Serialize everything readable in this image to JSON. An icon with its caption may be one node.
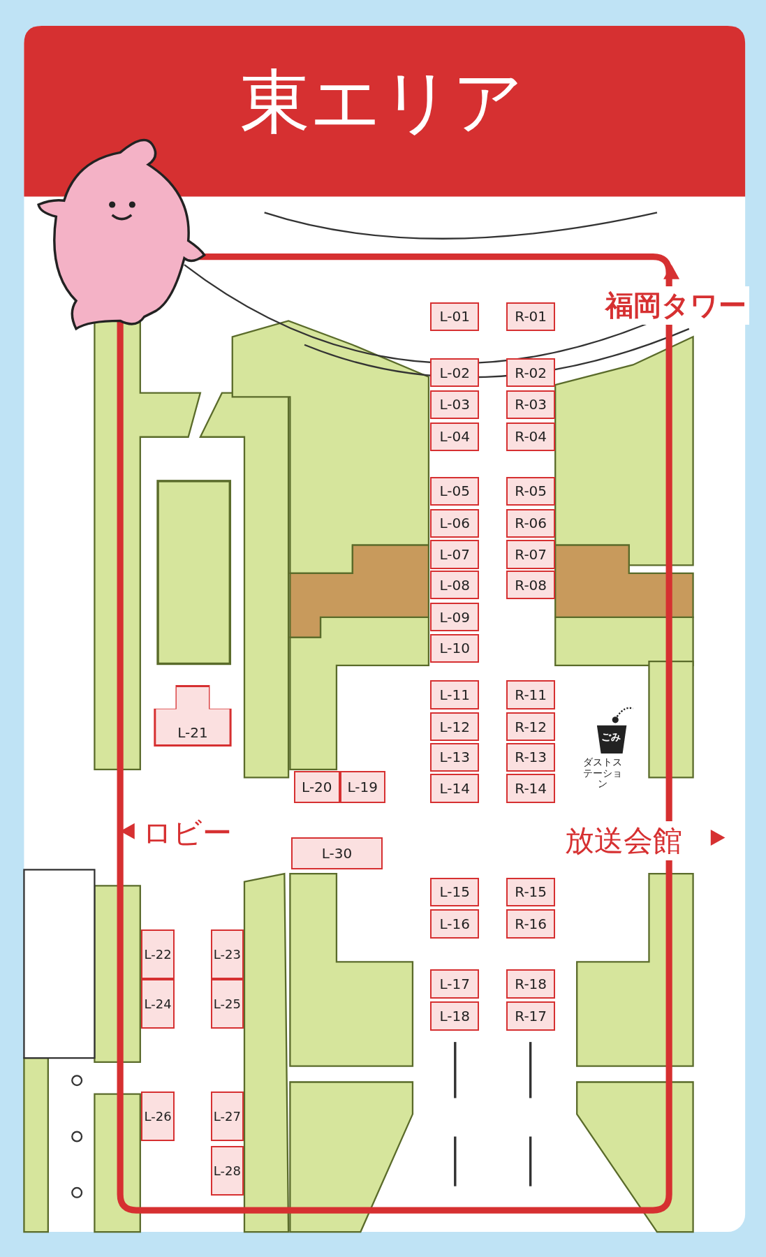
{
  "diagram": {
    "title": "東エリア",
    "nodes": [
      {
        "text": [
          "L-01"
        ]
      },
      {
        "text": [
          "R-01"
        ]
      },
      {
        "text": [
          "L-02"
        ]
      },
      {
        "text": [
          "R-02"
        ]
      },
      {
        "text": [
          "L-03"
        ]
      },
      {
        "text": [
          "R-03"
        ]
      },
      {
        "text": [
          "L-04"
        ]
      },
      {
        "text": [
          "R-04"
        ]
      },
      {
        "text": [
          "L-05"
        ]
      },
      {
        "text": [
          "R-05"
        ]
      },
      {
        "text": [
          "L-06"
        ]
      },
      {
        "text": [
          "R-06"
        ]
      },
      {
        "text": [
          "L-07"
        ]
      },
      {
        "text": [
          "R-07"
        ]
      },
      {
        "text": [
          "L-08"
        ]
      },
      {
        "text": [
          "R-08"
        ]
      },
      {
        "text": [
          "L-09"
        ]
      },
      {
        "text": [
          "L-10"
        ]
      },
      {
        "text": [
          "L-11"
        ]
      },
      {
        "text": [
          "R-11"
        ]
      },
      {
        "text": [
          "L-21"
        ]
      },
      {
        "text": [
          "L-12"
        ]
      },
      {
        "text": [
          "R-12"
        ]
      },
      {
        "text": [
          "L-13"
        ]
      },
      {
        "text": [
          "R-13"
        ]
      },
      {
        "text": [
          "L-20"
        ]
      },
      {
        "text": [
          "L-19"
        ]
      },
      {
        "text": [
          "L-14"
        ]
      },
      {
        "text": [
          "R-14"
        ]
      },
      {
        "text": [
          "L-30"
        ]
      },
      {
        "text": [
          "L-15"
        ]
      },
      {
        "text": [
          "R-15"
        ]
      },
      {
        "text": [
          "L-16"
        ]
      },
      {
        "text": [
          "R-16"
        ]
      },
      {
        "text": [
          "L-22"
        ]
      },
      {
        "text": [
          "L-23"
        ]
      },
      {
        "text": [
          "L-17"
        ]
      },
      {
        "text": [
          "R-18"
        ]
      },
      {
        "text": [
          "L-24"
        ]
      },
      {
        "text": [
          "L-25"
        ]
      },
      {
        "text": [
          "L-18"
        ]
      },
      {
        "text": [
          "R-17"
        ]
      },
      {
        "text": [
          "L-26"
        ]
      },
      {
        "text": [
          "L-27"
        ]
      },
      {
        "text": [
          "L-28"
        ]
      }
    ],
    "edges": [],
    "labels": [
      "福岡タワー",
      "ロビー",
      "放送会館",
      "ごみ",
      "ダストステーション"
    ]
  }
}
